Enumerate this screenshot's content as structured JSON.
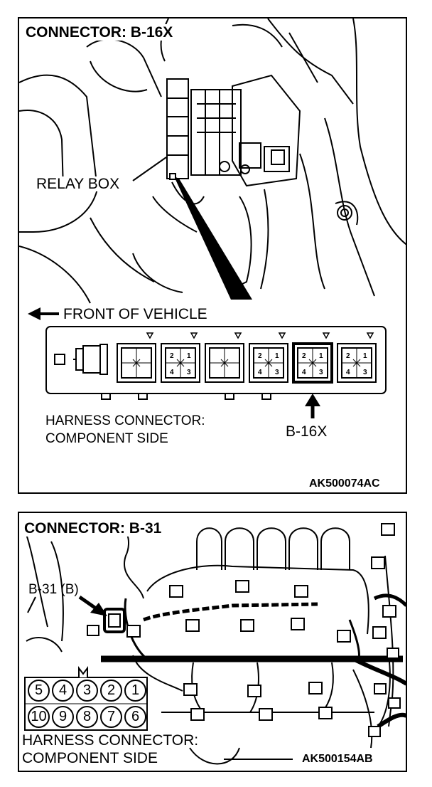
{
  "panel_top": {
    "title": "CONNECTOR: B-16X",
    "relay_box_label": "RELAY BOX",
    "front_label": "FRONT OF VEHICLE",
    "harness_line1": "HARNESS CONNECTOR:",
    "harness_line2": "COMPONENT SIDE",
    "connector_label": "B-16X",
    "ref_code": "AK500074AC",
    "pin_labels": [
      "2",
      "1",
      "4",
      "3"
    ]
  },
  "panel_bottom": {
    "title": "CONNECTOR: B-31",
    "pointer_label": "B-31 (B)",
    "harness_line1": "HARNESS CONNECTOR:",
    "harness_line2": "COMPONENT SIDE",
    "ref_code": "AK500154AB",
    "grid_row1": [
      "5",
      "4",
      "3",
      "2",
      "1"
    ],
    "grid_row2": [
      "10",
      "9",
      "8",
      "7",
      "6"
    ]
  }
}
